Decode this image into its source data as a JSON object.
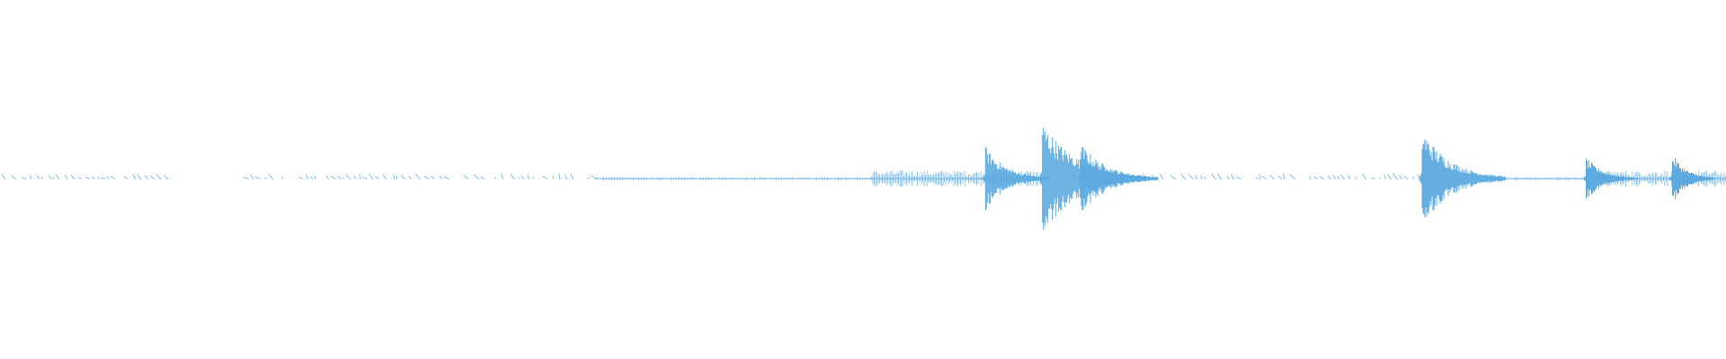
{
  "waveform": {
    "color": "#5aa9e0",
    "background": "#ffffff",
    "segments": [
      {
        "kind": "dots",
        "start": 0.0,
        "end": 0.1,
        "amplitude": 0.01
      },
      {
        "kind": "gap",
        "start": 0.1,
        "end": 0.14
      },
      {
        "kind": "dots",
        "start": 0.14,
        "end": 0.345,
        "amplitude": 0.012
      },
      {
        "kind": "line",
        "start": 0.345,
        "end": 0.505,
        "amplitude": 0.004
      },
      {
        "kind": "noise",
        "start": 0.505,
        "end": 0.604,
        "amplitude": 0.02
      },
      {
        "kind": "dots",
        "start": 0.604,
        "end": 0.824,
        "amplitude": 0.012
      },
      {
        "kind": "line",
        "start": 0.824,
        "end": 0.92,
        "amplitude": 0.005
      },
      {
        "kind": "noise",
        "start": 0.92,
        "end": 1.0,
        "amplitude": 0.02
      }
    ],
    "bursts": [
      {
        "position": 0.571,
        "amplitude": 0.09,
        "decay": 0.012
      },
      {
        "position": 0.604,
        "amplitude": 0.16,
        "decay": 0.02
      },
      {
        "position": 0.626,
        "amplitude": 0.1,
        "decay": 0.015
      },
      {
        "position": 0.824,
        "amplitude": 0.14,
        "decay": 0.016
      },
      {
        "position": 0.919,
        "amplitude": 0.06,
        "decay": 0.01
      },
      {
        "position": 0.969,
        "amplitude": 0.07,
        "decay": 0.008
      }
    ]
  }
}
